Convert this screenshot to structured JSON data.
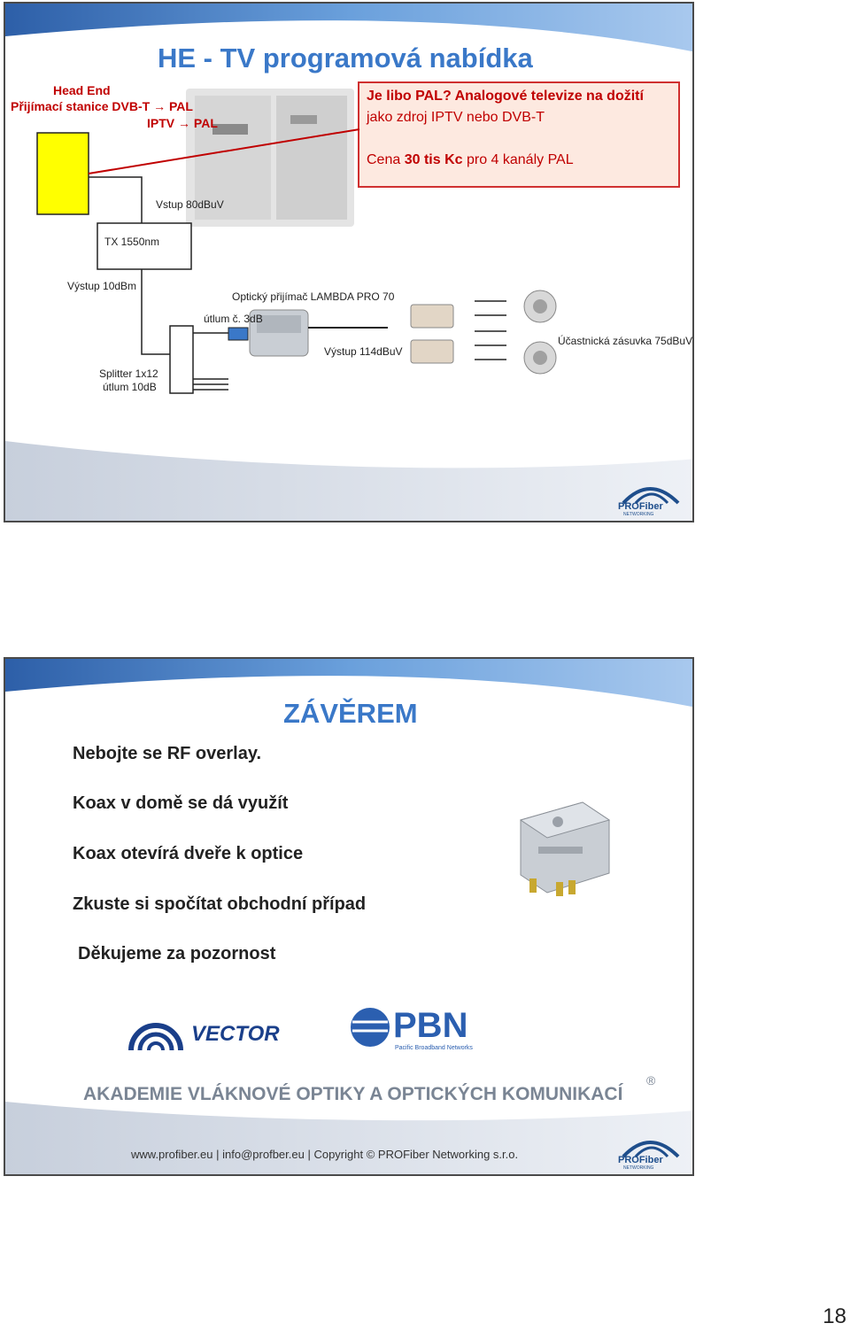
{
  "slide1": {
    "title": "HE - TV programová nabídka",
    "headend": {
      "line1": "Head End",
      "line2": "Přijímací stanice DVB-T",
      "line2_target": "PAL",
      "line3": "IPTV",
      "line3_target": "PAL"
    },
    "callout": {
      "line1": "Je libo PAL? Analogové televize na dožití",
      "line2": "jako zdroj IPTV nebo DVB-T",
      "price_prefix": "Cena ",
      "price_value": "30 tis Kc",
      "price_suffix": " pro 4 kanály PAL"
    },
    "labels": {
      "input": "Vstup 80dBuV",
      "tx": "TX 1550nm",
      "output": "Výstup 10dBm",
      "receiver": "Optický  přijímač LAMBDA PRO 70",
      "attenuation": "útlum č. 3dB",
      "output2": "Výstup 114dBuV",
      "socket": "Účastnická zásuvka 75dBuV",
      "splitter_line1": "Splitter 1x12",
      "splitter_line2": "útlum 10dB"
    },
    "logo_text": "PROFiber",
    "logo_sub": "NETWORKING"
  },
  "slide2": {
    "title": "ZÁVĚREM",
    "bullets": [
      "Nebojte se RF overlay.",
      "Koax v domě se dá využít",
      "Koax otevírá dveře k optice",
      "Zkuste si spočítat obchodní případ",
      "Děkujeme za pozornost"
    ],
    "vector_logo": "VECTOR",
    "pbn_logo": "PBN",
    "pbn_sub": "Pacific Broadband Networks",
    "academy": "AKADEMIE VLÁKNOVÉ OPTIKY A OPTICKÝCH KOMUNIKACÍ",
    "registered": "®",
    "footer": {
      "web": "www.profiber.eu",
      "sep": "|",
      "email": "info@profber.eu",
      "copyright": "| Copyright © PROFiber Networking s.r.o."
    },
    "logo_text": "PROFiber",
    "logo_sub": "NETWORKING"
  },
  "page_number": "18",
  "colors": {
    "title_blue": "#3a78c8",
    "headend_red": "#c00000",
    "callout_bg": "#fde9e0",
    "callout_border": "#d03030",
    "yellow_box": "#ffff00",
    "dark_text": "#222222"
  }
}
